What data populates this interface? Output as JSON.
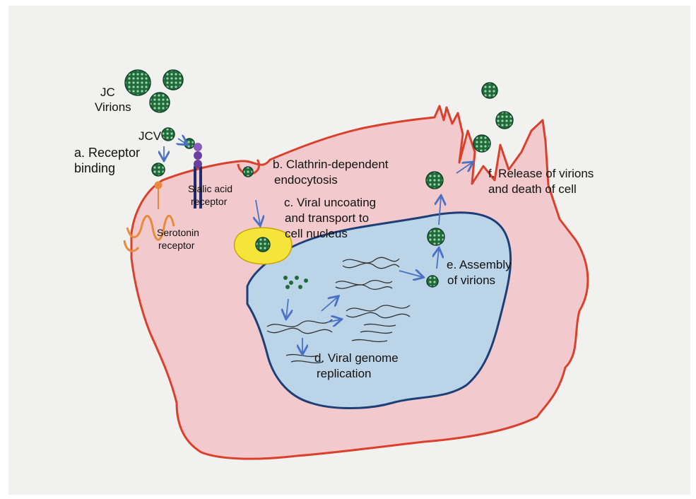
{
  "labels": {
    "virions": [
      "JC",
      "Virions"
    ],
    "jcv": "JCV",
    "a": [
      "a. Receptor",
      "binding"
    ],
    "sialic": [
      "Sialic acid",
      "receptor"
    ],
    "serotonin": [
      "Serotonin",
      "receptor"
    ],
    "b": [
      "b. Clathrin-dependent",
      "endocytosis"
    ],
    "c": [
      "c. Viral uncoating",
      "and transport to",
      "cell nucleus"
    ],
    "d": [
      "d. Viral genome",
      "replication"
    ],
    "e": [
      "e. Assembly",
      "of virions"
    ],
    "f": [
      "f. Release of virions",
      "and death of cell"
    ]
  },
  "colors": {
    "paper": "#f1f1ef",
    "cell_fill": "#f2c9cc",
    "cell_outline": "#d9412c",
    "nucleus_fill": "#bcd4e8",
    "nucleus_outline": "#1d3f78",
    "virion": "#1f6b3a",
    "arrow": "#4a72c4",
    "endosome": "#f5e43a",
    "receptor_orange": "#e88a3c",
    "receptor_purple": "#6b3fa0",
    "receptor_navy": "#1f2e6b"
  }
}
